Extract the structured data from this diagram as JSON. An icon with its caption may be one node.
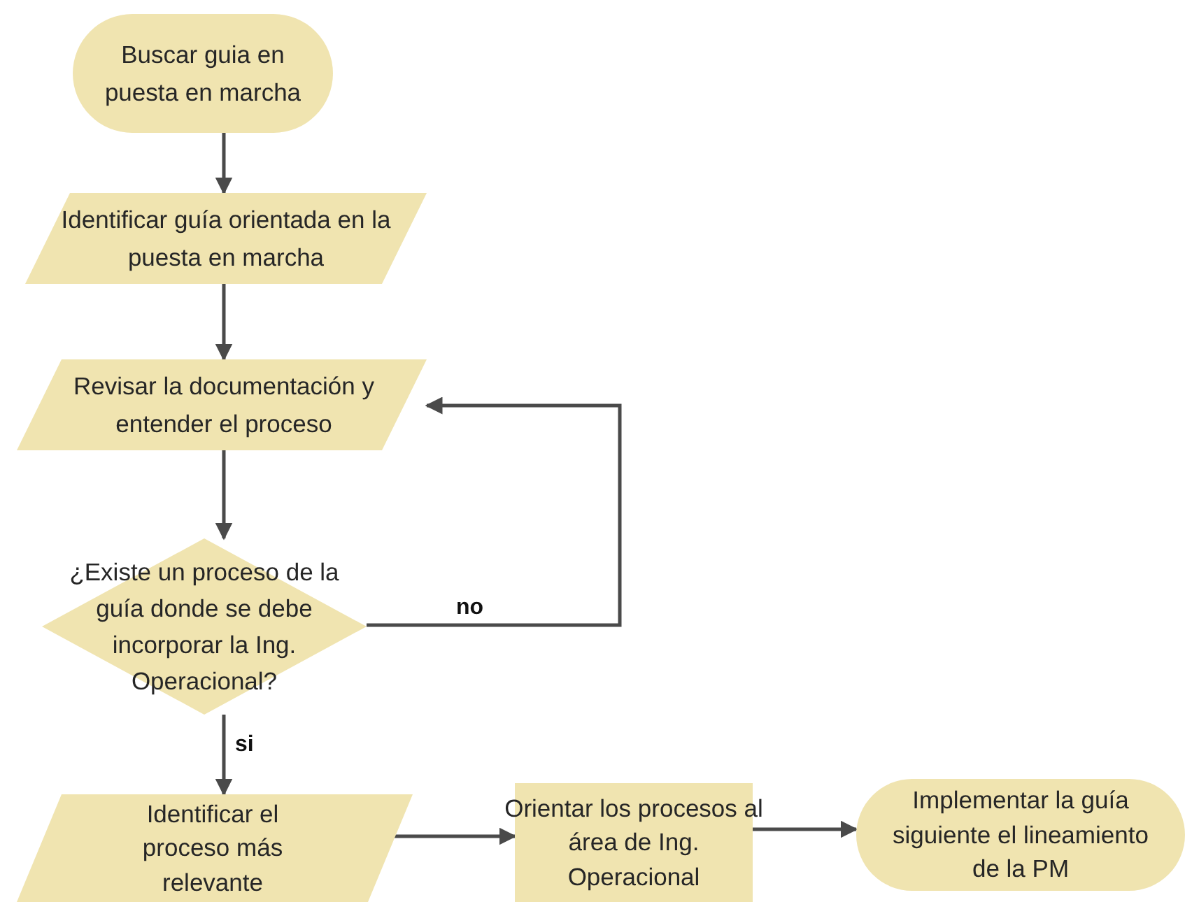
{
  "diagram": {
    "nodes": [
      {
        "text": [
          "Buscar guia en puesta en marcha"
        ]
      },
      {
        "text": [
          "Identificar guía orientada en la puesta en marcha"
        ]
      },
      {
        "text": [
          "Revisar la documentación y entender el proceso"
        ]
      },
      {
        "text": [
          "¿Existe un proceso de la guía donde se debe incorporar la Ing. Operacional?"
        ]
      },
      {
        "text": [
          "Identificar el proceso más relevante"
        ]
      },
      {
        "text": [
          "Orientar los procesos al área de Ing. Operacional"
        ]
      },
      {
        "text": [
          "Implementar la guía siguiente el lineamiento de la PM"
        ]
      }
    ],
    "edges": [
      {
        "from": 0,
        "to": 1,
        "arrow": "to"
      },
      {
        "from": 1,
        "to": 2,
        "arrow": "to"
      },
      {
        "from": 2,
        "to": 3,
        "arrow": "to"
      },
      {
        "from": 3,
        "to": 2,
        "arrow": "to",
        "label": "no"
      },
      {
        "from": 3,
        "to": 4,
        "arrow": "to",
        "label": "si"
      },
      {
        "from": 4,
        "to": 5,
        "arrow": "to"
      },
      {
        "from": 5,
        "to": 6,
        "arrow": "to"
      }
    ]
  }
}
